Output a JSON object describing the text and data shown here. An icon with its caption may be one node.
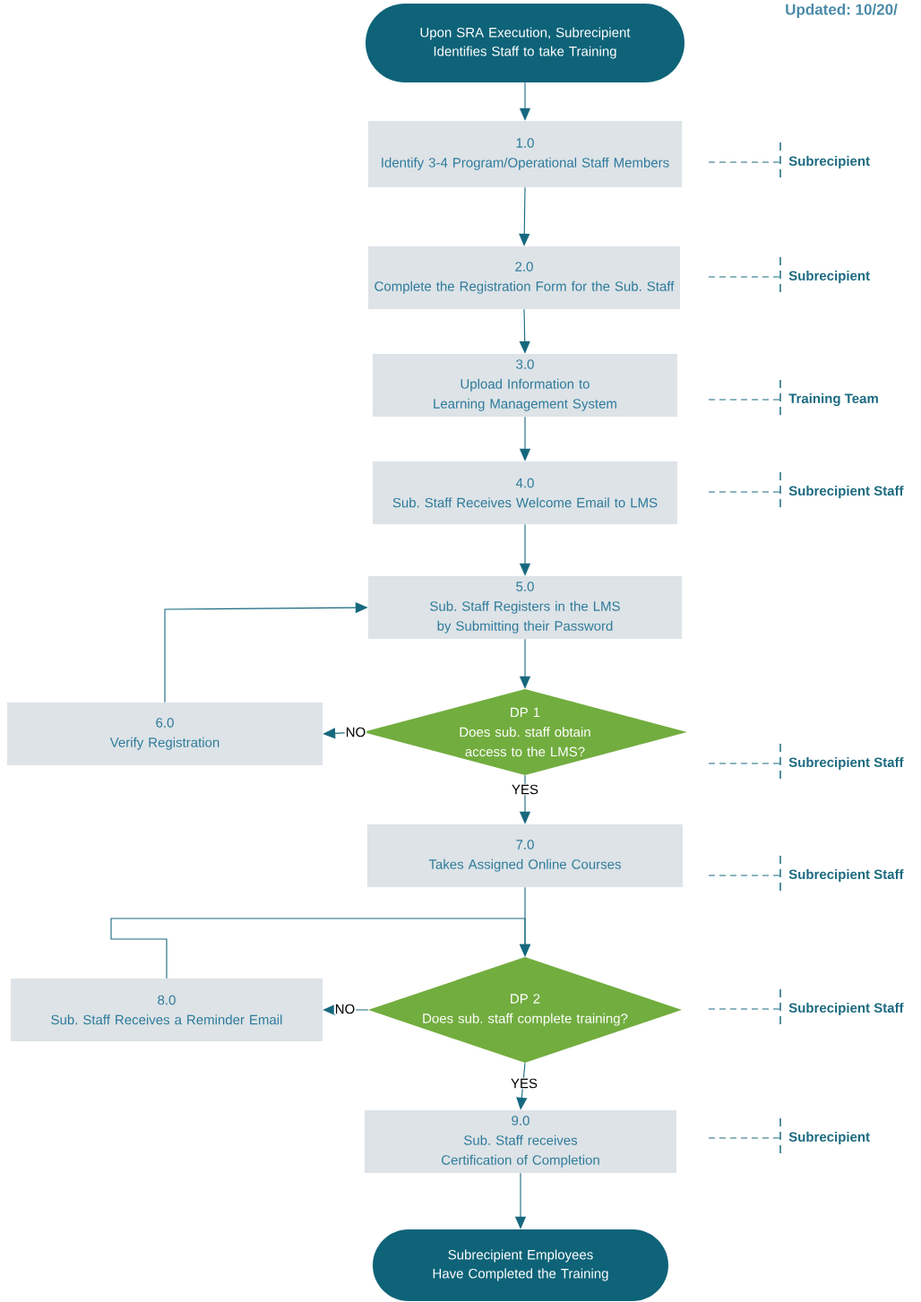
{
  "diagram": {
    "nodes": [
      {
        "text": [
          "Upon SRA Execution, Subrecipient Identifies Staff to take Training"
        ]
      },
      {
        "text": [
          "1.0",
          "Identify 3-4 Program/Operational Staff Members"
        ]
      },
      {
        "text": [
          "2.0",
          "Complete the Registration Form for the Sub. Staff"
        ]
      },
      {
        "text": [
          "3.0",
          "Upload Information to Learning Management System"
        ]
      },
      {
        "text": [
          "4.0",
          "Sub. Staff Receives Welcome Email to LMS"
        ]
      },
      {
        "text": [
          "5.0",
          "Sub. Staff Registers in the LMS by Submitting their Password"
        ]
      },
      {
        "text": [
          "DP 1",
          "Does sub. staff obtain access to the LMS?"
        ]
      },
      {
        "text": [
          "6.0",
          "Verify Registration"
        ]
      },
      {
        "text": [
          "7.0",
          "Takes Assigned Online Courses"
        ]
      },
      {
        "text": [
          "DP 2",
          "Does sub. staff complete training?"
        ]
      },
      {
        "text": [
          "8.0",
          "Sub. Staff Receives a Reminder Email"
        ]
      },
      {
        "text": [
          "9.0",
          "Sub. Staff receives Certification of Completion"
        ]
      },
      {
        "text": [
          "Subrecipient Employees Have Completed the Training"
        ]
      }
    ],
    "edges": [
      {
        "from": 0,
        "to": 1,
        "arrow": "to"
      },
      {
        "from": 1,
        "to": 2,
        "arrow": "to"
      },
      {
        "from": 2,
        "to": 3,
        "arrow": "to"
      },
      {
        "from": 3,
        "to": 4,
        "arrow": "to"
      },
      {
        "from": 4,
        "to": 5,
        "arrow": "to"
      },
      {
        "from": 5,
        "to": 6,
        "arrow": "to"
      },
      {
        "from": 6,
        "to": 7,
        "arrow": "to",
        "label": "NO"
      },
      {
        "from": 7,
        "to": 5,
        "arrow": "to"
      },
      {
        "from": 6,
        "to": 8,
        "arrow": "to",
        "label": "YES"
      },
      {
        "from": 8,
        "to": 9,
        "arrow": "to"
      },
      {
        "from": 9,
        "to": 10,
        "arrow": "to",
        "label": "NO"
      },
      {
        "from": 10,
        "to": 9,
        "arrow": "to"
      },
      {
        "from": 9,
        "to": 11,
        "arrow": "to",
        "label": "YES"
      },
      {
        "from": 11,
        "to": 12,
        "arrow": "to"
      }
    ],
    "labels": [
      "Updated: 10/20/",
      "Subrecipient",
      "Subrecipient",
      "Training Team",
      "Subrecipient Staff",
      "Subrecipient Staff",
      "Subrecipient Staff",
      "Subrecipient Staff",
      "Subrecipient"
    ]
  }
}
